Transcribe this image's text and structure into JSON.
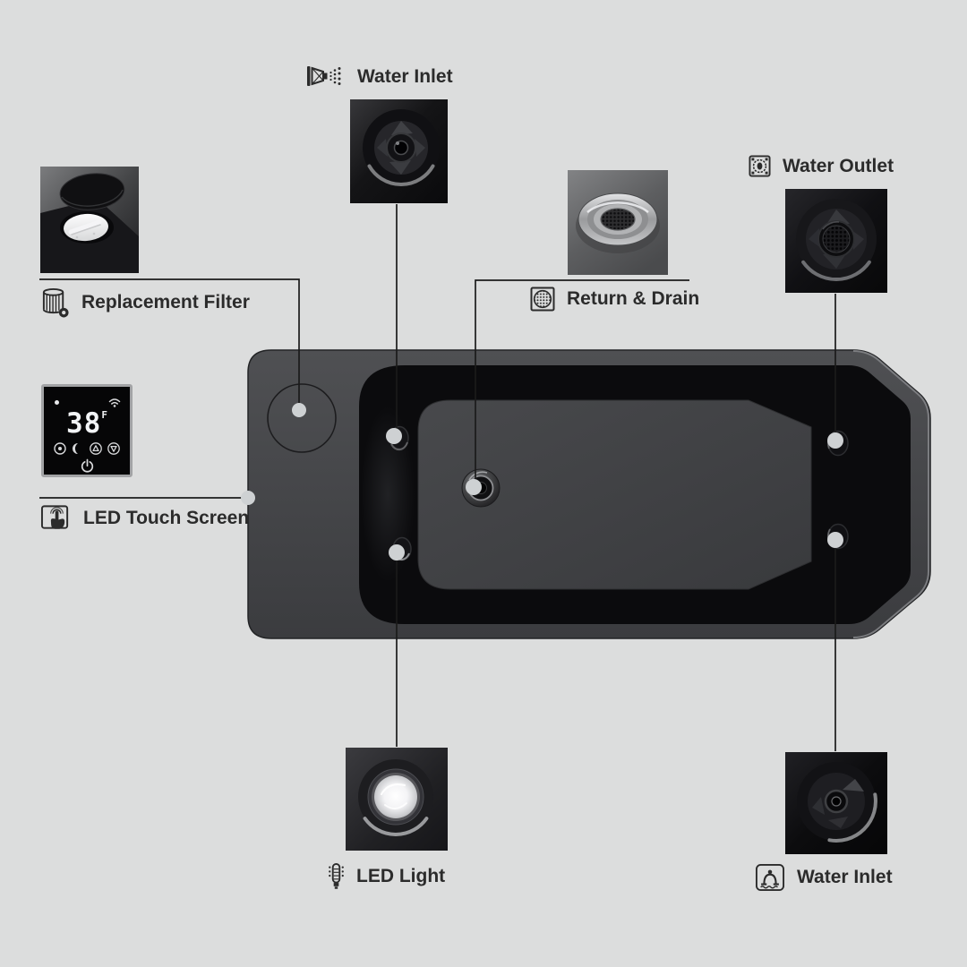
{
  "callouts": {
    "water_inlet_top": {
      "label": "Water Inlet"
    },
    "water_outlet": {
      "label": "Water Outlet"
    },
    "return_drain": {
      "label": "Return & Drain"
    },
    "replacement_filter": {
      "label": "Replacement Filter"
    },
    "led_touch_screen": {
      "label": "LED Touch Screen"
    },
    "led_light": {
      "label": "LED Light"
    },
    "water_inlet_bottom": {
      "label": "Water Inlet"
    }
  },
  "touchscreen": {
    "temperature": "38",
    "unit": "F"
  },
  "colors": {
    "background": "#dcdddd",
    "connector_line": "#1b1b1b",
    "connector_dot": "#ced1d3",
    "label_text": "#2b2b2b",
    "tub_deck": "#4a4b4d",
    "tub_basin": "#0b0b0d",
    "tub_floor": "#414244",
    "screen_background": "#060607"
  }
}
